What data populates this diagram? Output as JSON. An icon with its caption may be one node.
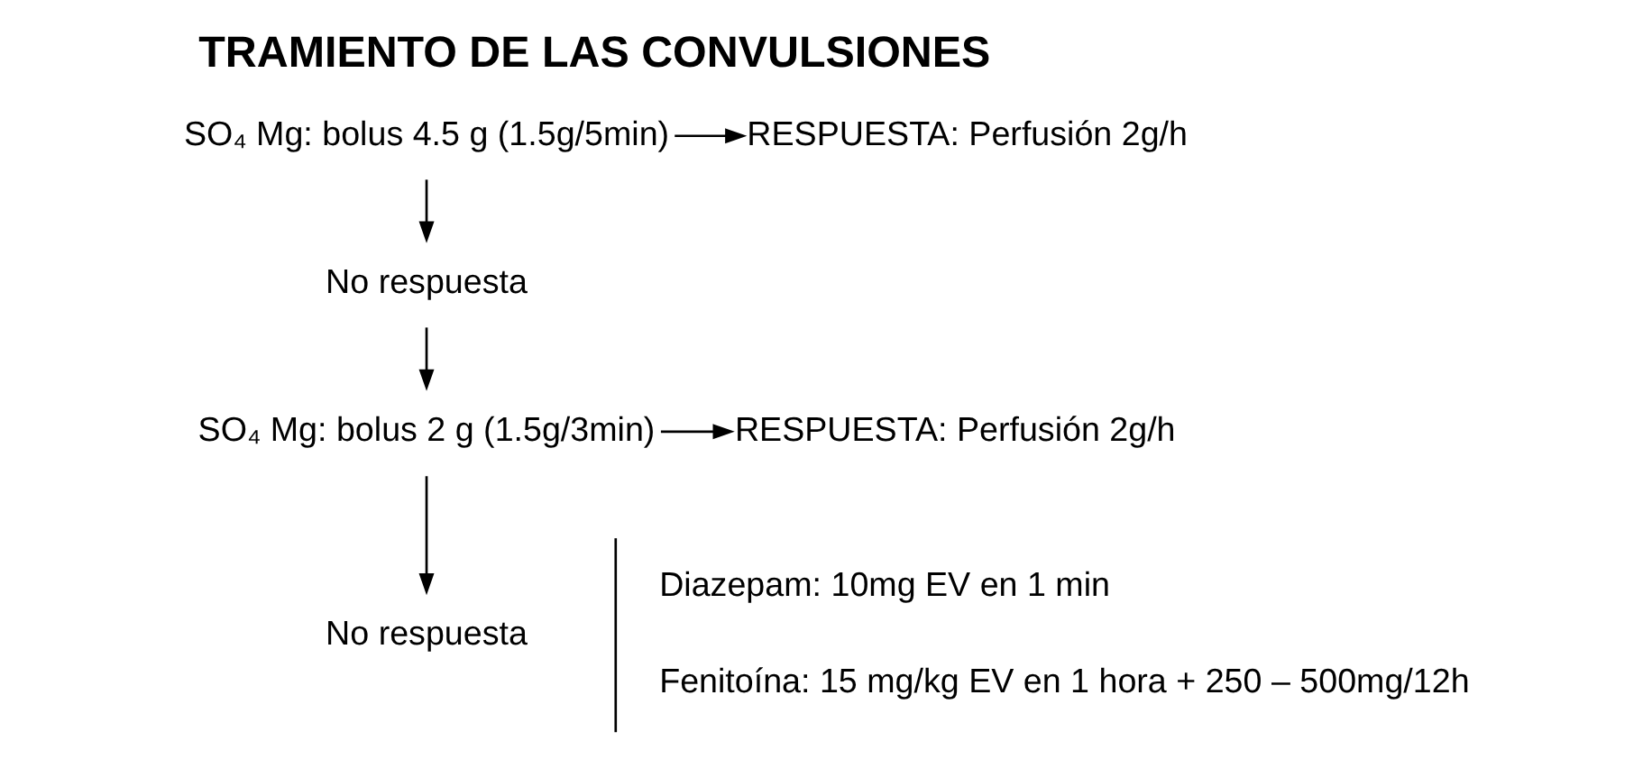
{
  "diagram": {
    "title": "TRAMIENTO DE LAS CONVULSIONES",
    "nodes": [
      {
        "text": [
          "SO₄ Mg: bolus 4.5 g (1.5g/5min)"
        ]
      },
      {
        "text": [
          "RESPUESTA: Perfusión 2g/h"
        ]
      },
      {
        "text": [
          "No respuesta"
        ]
      },
      {
        "text": [
          "SO₄ Mg: bolus 2 g (1.5g/3min)"
        ]
      },
      {
        "text": [
          "RESPUESTA: Perfusión 2g/h"
        ]
      },
      {
        "text": [
          "No respuesta"
        ]
      }
    ],
    "edges": [
      {
        "from": 0,
        "to": 1,
        "arrow": "to"
      },
      {
        "from": 0,
        "to": 2,
        "arrow": "to"
      },
      {
        "from": 2,
        "to": 3,
        "arrow": "to"
      },
      {
        "from": 3,
        "to": 4,
        "arrow": "to"
      },
      {
        "from": 3,
        "to": 5,
        "arrow": "to"
      }
    ],
    "labels": [
      "Diazepam: 10mg EV en 1 min",
      "Fenitoína: 15 mg/kg EV en 1 hora + 250 – 500mg/12h"
    ]
  }
}
